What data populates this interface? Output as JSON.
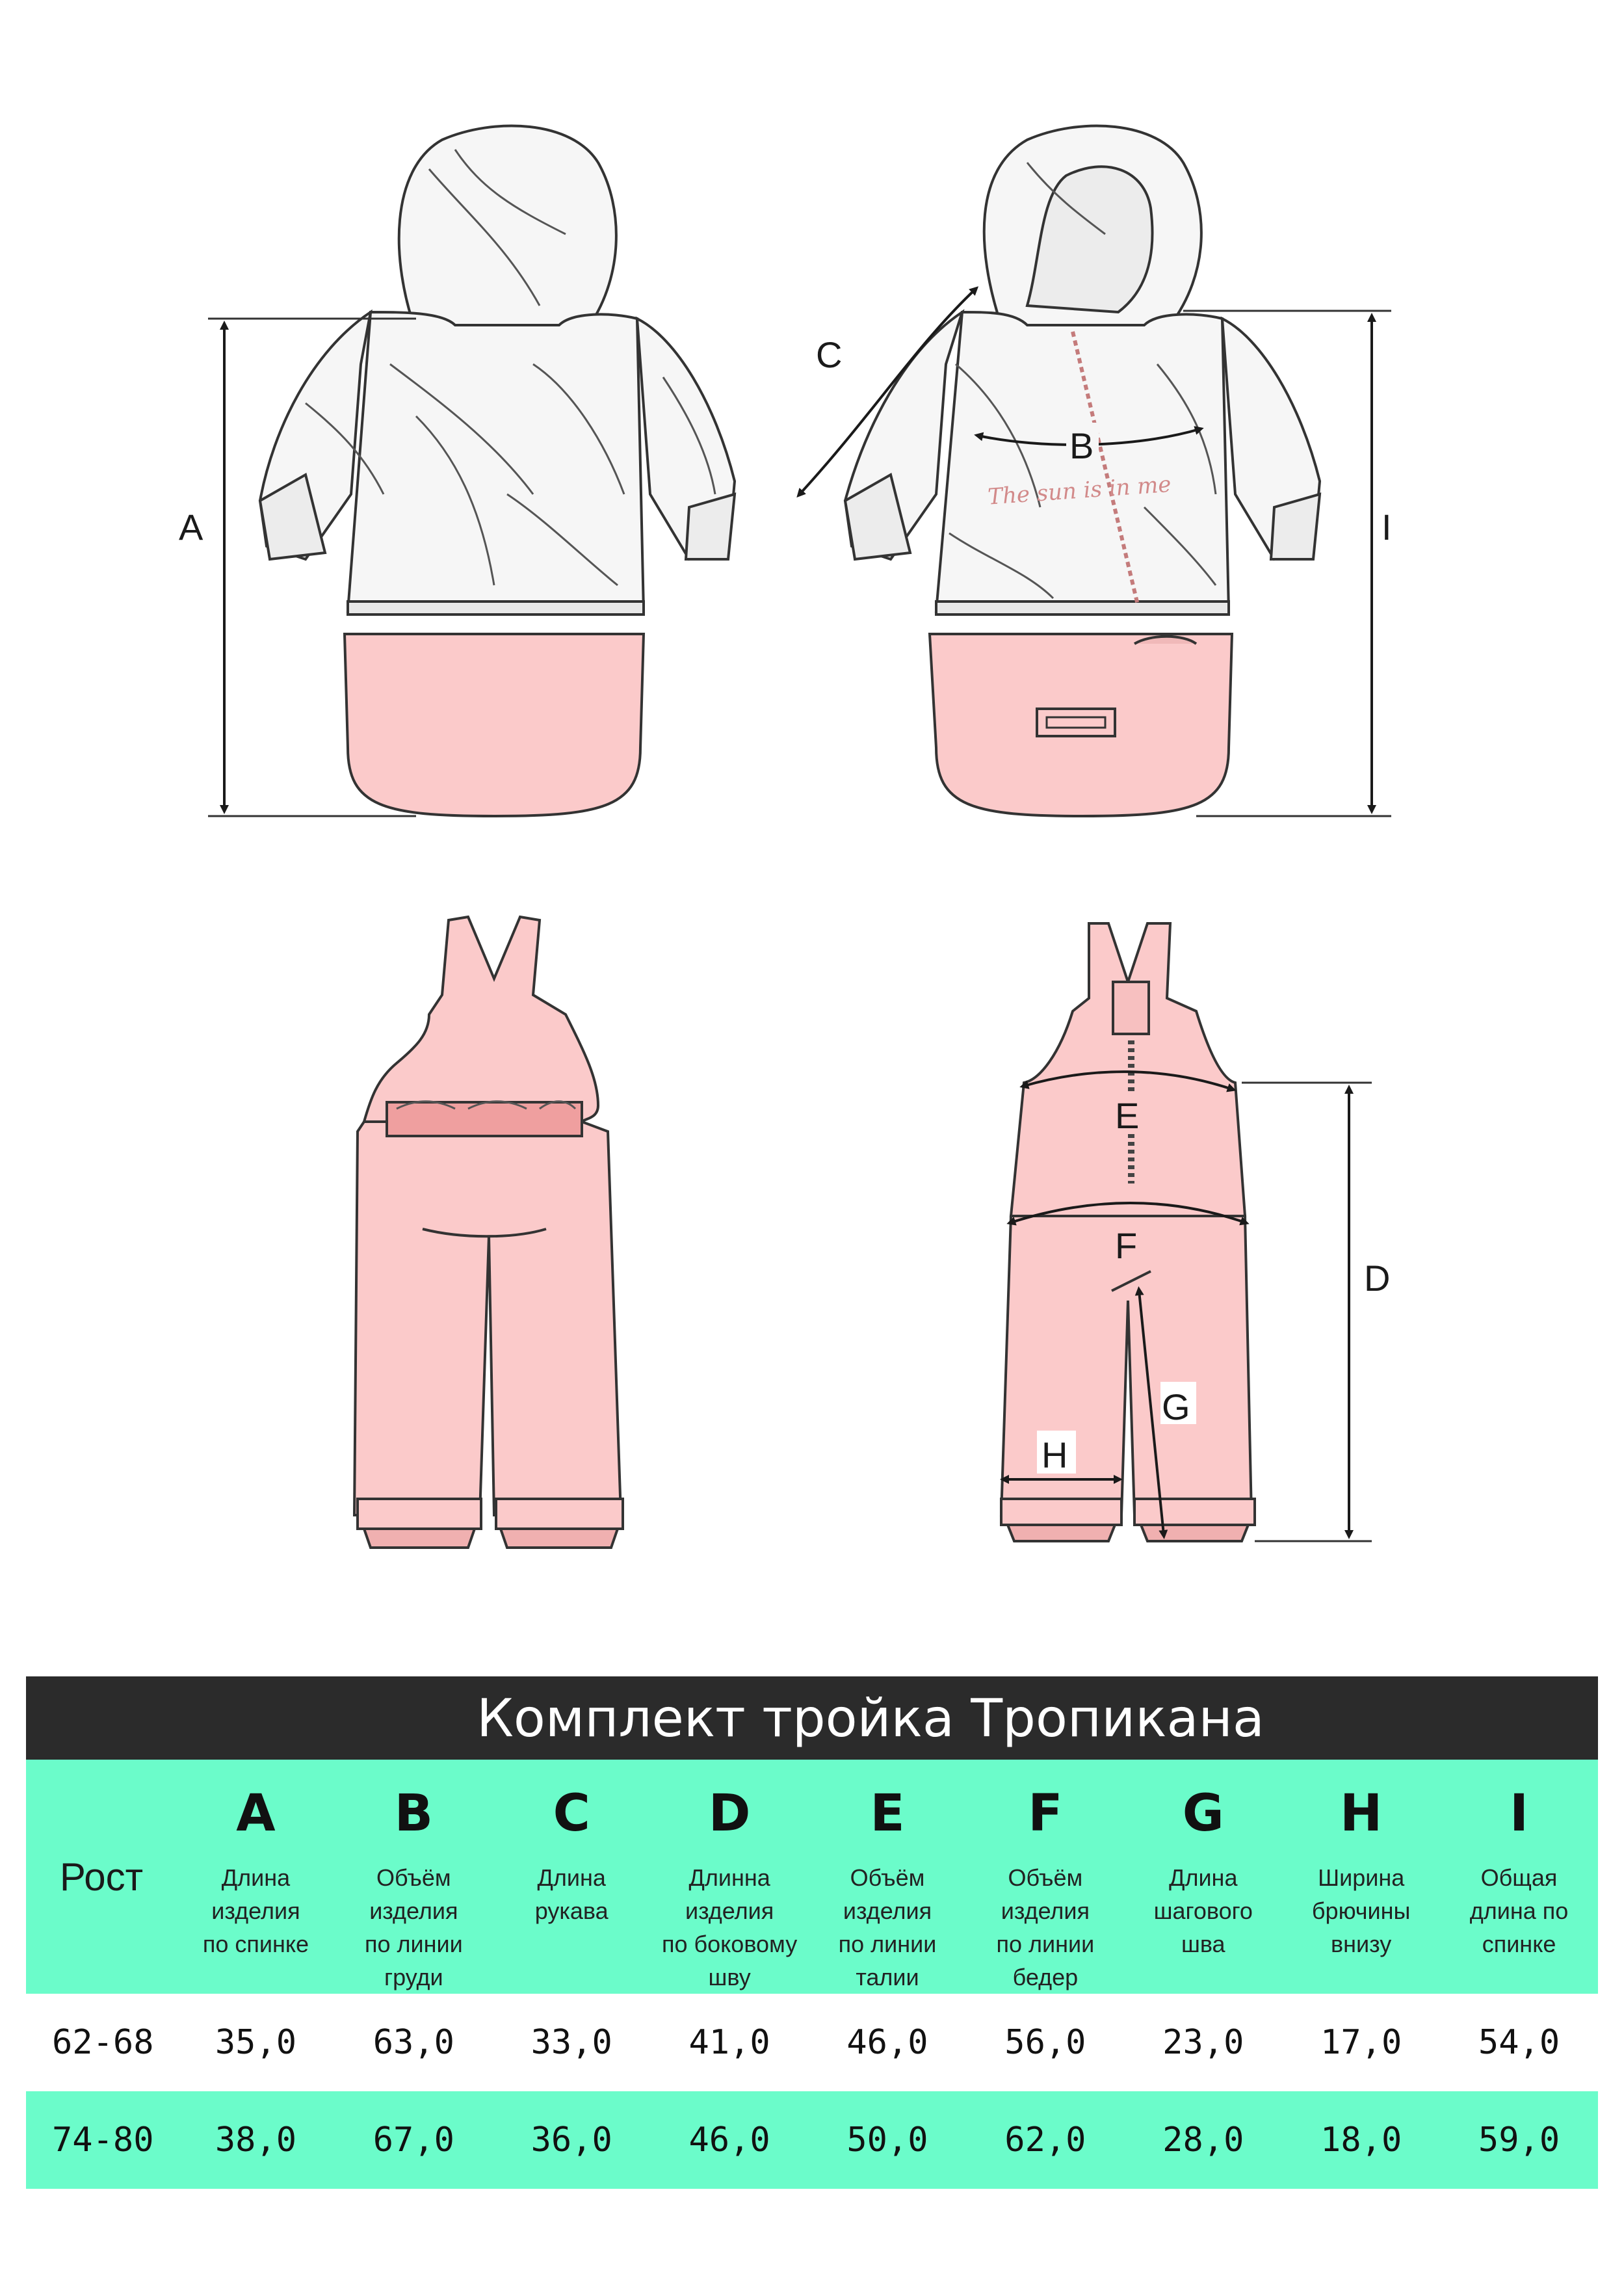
{
  "figure": {
    "dimension_labels": {
      "A": "A",
      "B": "B",
      "C": "C",
      "D": "D",
      "E": "E",
      "F": "F",
      "G": "G",
      "H": "H",
      "I": "I"
    },
    "slogan": "The sun is in me"
  },
  "table": {
    "title": "Комплект тройка Тропикана",
    "row_header": "Рост",
    "columns": [
      {
        "letter": "A",
        "desc": "Длина\nизделия\nпо спинке"
      },
      {
        "letter": "B",
        "desc": "Объём\nизделия\nпо линии\nгруди"
      },
      {
        "letter": "C",
        "desc": "Длина\nрукава"
      },
      {
        "letter": "D",
        "desc": "Длинна\nизделия\nпо боковому\nшву"
      },
      {
        "letter": "E",
        "desc": "Объём\nизделия\nпо линии\nталии"
      },
      {
        "letter": "F",
        "desc": "Объём\nизделия\nпо линии\nбедер"
      },
      {
        "letter": "G",
        "desc": "Длина\nшагового\nшва"
      },
      {
        "letter": "H",
        "desc": "Ширина\nбрючины\nвнизу"
      },
      {
        "letter": "I",
        "desc": "Общая\nдлина по\nспинке"
      }
    ],
    "rows": [
      {
        "size": "62-68",
        "values": [
          "35,0",
          "63,0",
          "33,0",
          "41,0",
          "46,0",
          "56,0",
          "23,0",
          "17,0",
          "54,0"
        ]
      },
      {
        "size": "74-80",
        "values": [
          "38,0",
          "67,0",
          "36,0",
          "46,0",
          "50,0",
          "62,0",
          "28,0",
          "18,0",
          "59,0"
        ]
      }
    ]
  },
  "colors": {
    "table_accent": "#6bfcca",
    "table_title_bg": "#2b2b2b",
    "garment_pink": "#fbcaca",
    "outline": "#333333"
  }
}
